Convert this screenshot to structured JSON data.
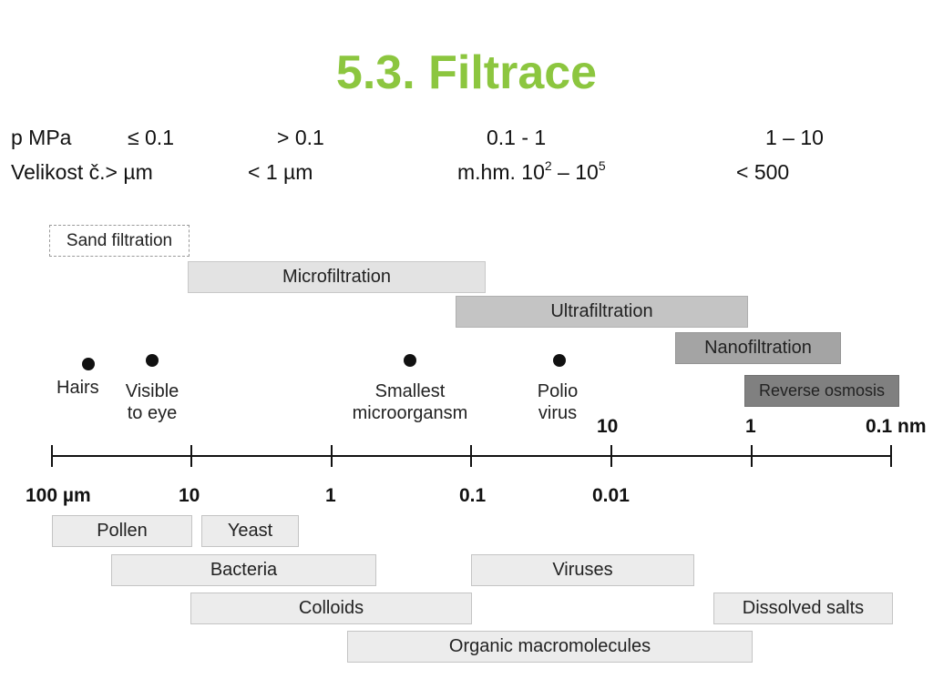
{
  "title": "5.3. Filtrace",
  "pressure_row": {
    "label": "p MPa",
    "values": [
      "≤ 0.1",
      "> 0.1",
      "0.1 - 1",
      "1 – 10"
    ]
  },
  "size_row": {
    "label": "Velikost č.> µm",
    "v2": "< 1 µm",
    "v3_prefix": "m.hm. 10",
    "v3_exp1": "2",
    "v3_dash": " – 10",
    "v3_exp2": "5",
    "v4": "< 500"
  },
  "processes": {
    "sand": "Sand filtration",
    "micro": "Microfiltration",
    "ultra": "Ultrafiltration",
    "nano": "Nanofiltration",
    "ro": "Reverse osmosis"
  },
  "markers": {
    "hairs": "Hairs",
    "visible_l1": "Visible",
    "visible_l2": "to eye",
    "smallest_l1": "Smallest",
    "smallest_l2": "microorgansm",
    "polio_l1": "Polio",
    "polio_l2": "virus"
  },
  "axis": {
    "upper_ticks": [
      "10",
      "1",
      "0.1 nm"
    ],
    "lower_ticks": [
      "100 µm",
      "10",
      "1",
      "0.1",
      "0.01"
    ]
  },
  "particles": {
    "pollen": "Pollen",
    "yeast": "Yeast",
    "bacteria": "Bacteria",
    "viruses": "Viruses",
    "colloids": "Colloids",
    "salts": "Dissolved salts",
    "organic": "Organic macromolecules"
  },
  "colors": {
    "title": "#8cc63f",
    "micro": "#e3e3e3",
    "ultra": "#c4c4c4",
    "nano": "#a4a4a4",
    "ro": "#808080"
  }
}
